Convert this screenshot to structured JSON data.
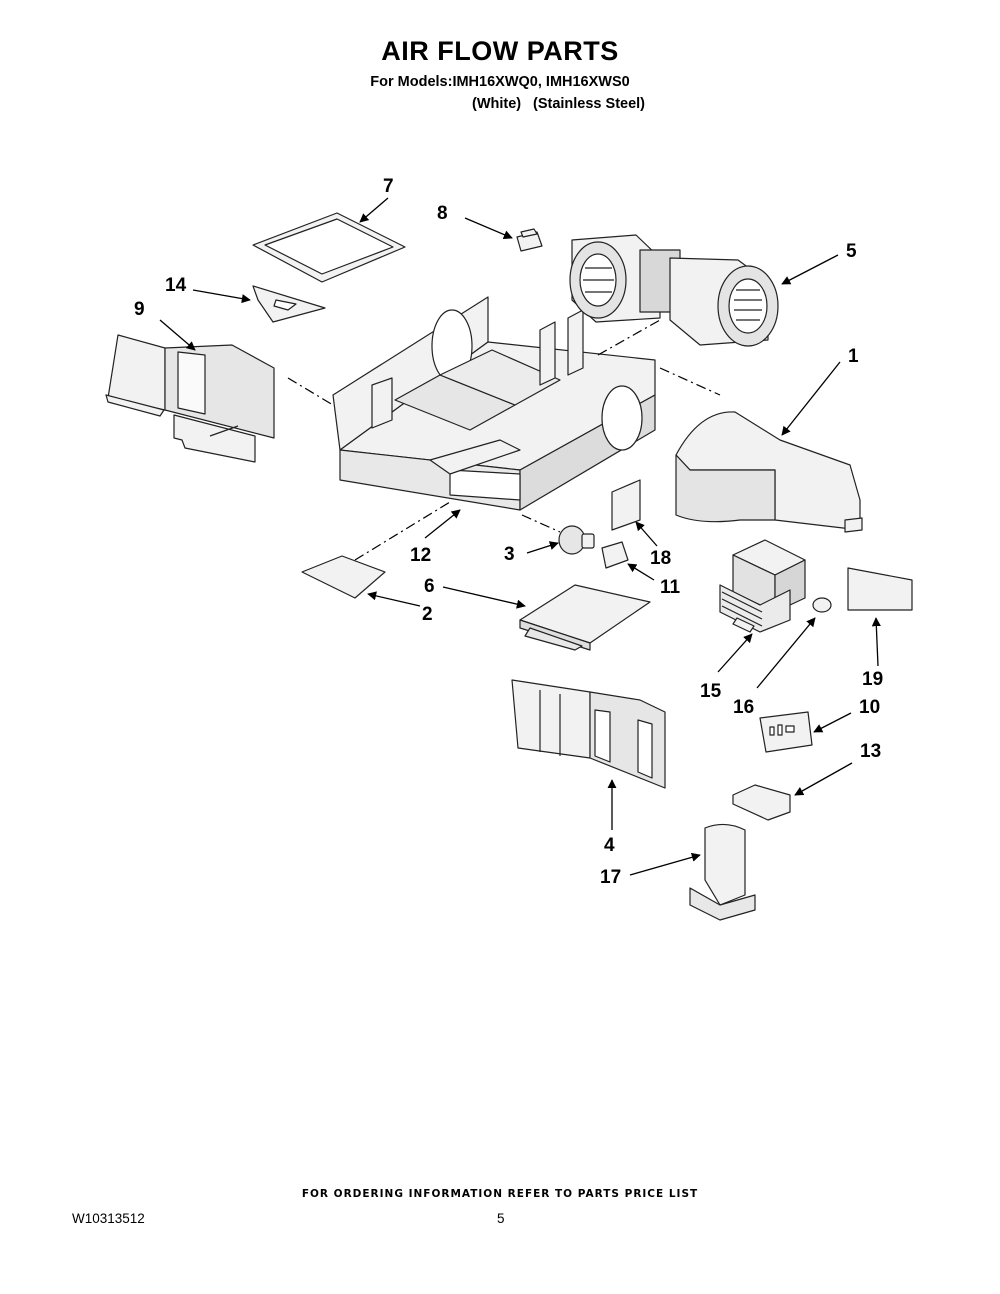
{
  "header": {
    "title": "AIR FLOW PARTS",
    "models_line": "For Models:IMH16XWQ0, IMH16XWS0",
    "finish_1": "(White)",
    "finish_2": "(Stainless Steel)"
  },
  "callouts": [
    "1",
    "2",
    "3",
    "4",
    "5",
    "6",
    "7",
    "8",
    "9",
    "10",
    "11",
    "12",
    "13",
    "14",
    "15",
    "16",
    "17",
    "18",
    "19"
  ],
  "footer": {
    "ordering_note": "FOR ORDERING INFORMATION REFER TO PARTS PRICE LIST",
    "document_number": "W10313512",
    "page_number": "5"
  }
}
